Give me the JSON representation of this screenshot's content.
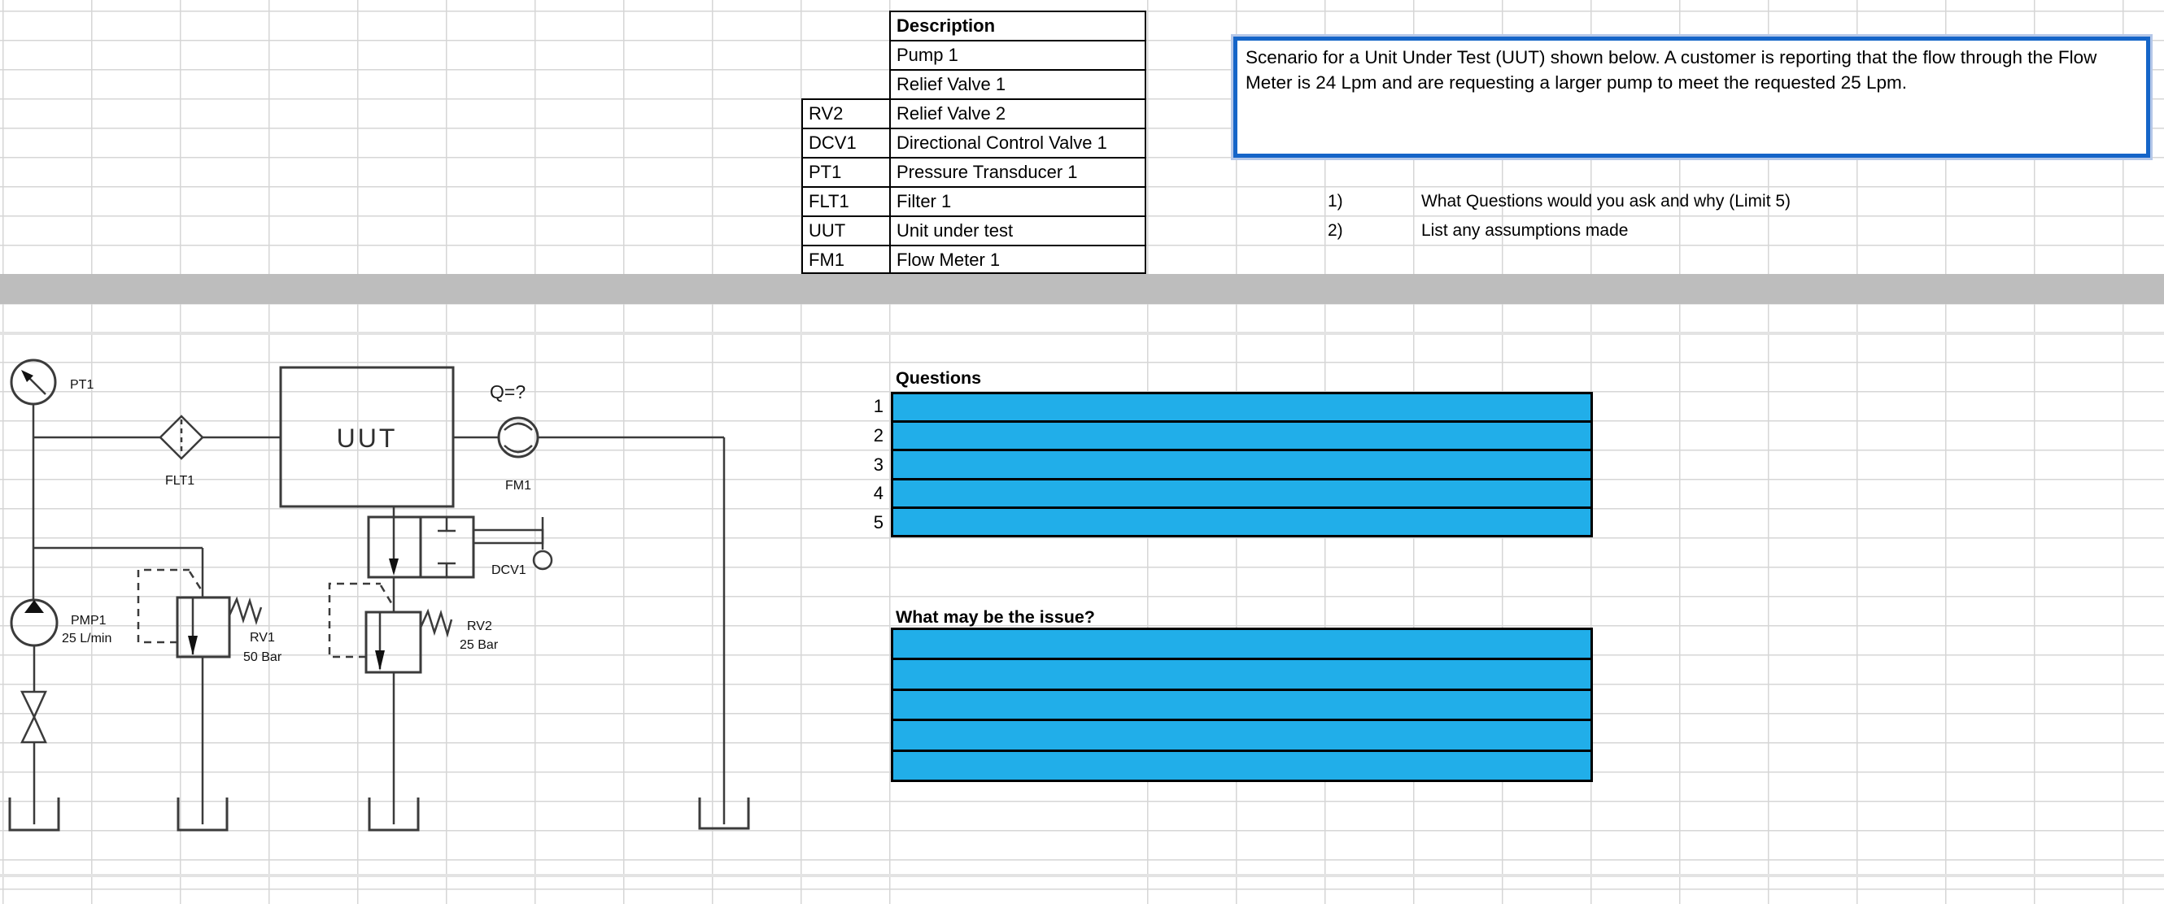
{
  "colors": {
    "answer_fill_blue": "#21AEE9",
    "scenario_border_blue": "#1565C8",
    "scenario_border_light": "#B4C7E8",
    "band_gray": "#BDBDBD",
    "grid_line": "#D6D6D6",
    "diagram_line": "#3B3B3B"
  },
  "legend": {
    "header": "Description",
    "rows": [
      {
        "code": "",
        "desc": "Pump 1"
      },
      {
        "code": "",
        "desc": "Relief Valve 1"
      },
      {
        "code": "RV2",
        "desc": "Relief Valve 2"
      },
      {
        "code": "DCV1",
        "desc": "Directional Control Valve 1"
      },
      {
        "code": "PT1",
        "desc": "Pressure Transducer 1"
      },
      {
        "code": "FLT1",
        "desc": "Filter 1"
      },
      {
        "code": "UUT",
        "desc": "Unit under test"
      },
      {
        "code": "FM1",
        "desc": "Flow Meter 1"
      }
    ]
  },
  "scenario": {
    "text": "Scenario for a Unit Under Test (UUT) shown below. A customer is reporting that the flow through the Flow Meter is 24 Lpm and are requesting a larger pump to meet the requested 25 Lpm."
  },
  "tasks": {
    "items": [
      {
        "num": "1)",
        "text": "What Questions would you ask and why (Limit 5)"
      },
      {
        "num": "2)",
        "text": "List any assumptions made"
      }
    ]
  },
  "questions": {
    "title": "Questions",
    "numbers": [
      "1",
      "2",
      "3",
      "4",
      "5"
    ]
  },
  "issue": {
    "title": "What may be the issue?"
  },
  "diagram": {
    "labels": {
      "pt1": "PT1",
      "flt1": "FLT1",
      "uut": "UUT",
      "q": "Q=?",
      "fm1": "FM1",
      "dcv1": "DCV1",
      "pmp1": "PMP1",
      "pmp1_flow": "25 L/min",
      "rv1": "RV1",
      "rv1_set": "50 Bar",
      "rv2": "RV2",
      "rv2_set": "25 Bar"
    }
  }
}
